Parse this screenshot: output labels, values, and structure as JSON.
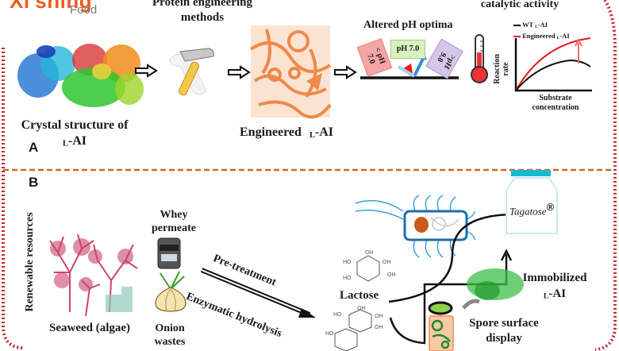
{
  "logo": {
    "brand": "Xi'shing",
    "sub": "Food",
    "brand_color": "#f05a22",
    "sub_color": "#777777"
  },
  "panel_a": {
    "label": "A",
    "crystal_label_line1": "Crystal structure of",
    "crystal_label_prefix": "L",
    "crystal_label_suffix": "-AI",
    "methods_line1": "Protein engineering",
    "methods_line2": "methods",
    "engineered_label": "Engineered",
    "engineered_prefix": "L",
    "engineered_suffix": "-AI",
    "ph_title": "Altered pH optima",
    "ph_boxes": [
      {
        "text_line1": "< pH",
        "text_line2": "7.0",
        "color": "#f4a5a5"
      },
      {
        "text_line1": "pH 7.0",
        "text_line2": "",
        "color": "#d9f0c0"
      },
      {
        "text_line1": ">pH",
        "text_line2": "9.0",
        "color": "#d6c6ea"
      }
    ],
    "catalytic_title": "catalytic activity",
    "mini_chart": {
      "legend": [
        {
          "name": "WT",
          "prefix": "L",
          "suffix": "-AI",
          "color": "#000000"
        },
        {
          "name": "Engineered",
          "prefix": "L",
          "suffix": "-AI",
          "color": "#e8141e"
        }
      ],
      "ylabel_line1": "Reaction",
      "ylabel_line2": "rate",
      "xlabel_line1": "Substrate",
      "xlabel_line2": "concentration"
    }
  },
  "panel_b": {
    "label": "B",
    "side_label": "Renewable resources",
    "whey_line1": "Whey",
    "whey_line2": "permeate",
    "seaweed_label": "Seaweed (algae)",
    "onion_line1": "Onion",
    "onion_line2": "wastes",
    "arrow_top": "Pre-treatment",
    "arrow_bottom": "Enzymatic hydrolysis",
    "lactose_label": "Lactose",
    "product_label": "Tagatose",
    "registered": "®",
    "immobilized_line1": "Immobilized",
    "immobilized_prefix": "L",
    "immobilized_suffix": "-AI",
    "spore_line1": "Spore surface",
    "spore_line2": "display"
  },
  "colors": {
    "border_red": "#c0282d",
    "divider_orange": "#c86a2a",
    "engineered_orange": "#f0965a",
    "jar_cap": "#1ab8cc",
    "bacteria_blue": "#1c6fa8",
    "seaweed_pink": "#c8456a"
  }
}
